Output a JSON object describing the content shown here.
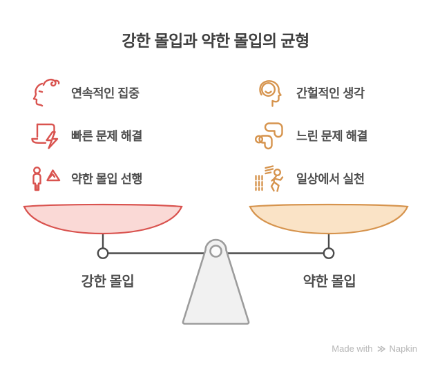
{
  "title": "강한 몰입과 약한 몰입의 균형",
  "left_column": {
    "theme": "red",
    "items": [
      {
        "icon": "focused-face-icon",
        "label": "연속적인 집중"
      },
      {
        "icon": "laptop-lightning-icon",
        "label": "빠른 문제 해결"
      },
      {
        "icon": "person-mountain-icon",
        "label": "약한 몰입 선행"
      }
    ]
  },
  "right_column": {
    "theme": "orange",
    "items": [
      {
        "icon": "head-smiley-icon",
        "label": "간헐적인 생각"
      },
      {
        "icon": "slow-snail-icon",
        "label": "느린 문제 해결"
      },
      {
        "icon": "walking-person-icon",
        "label": "일상에서 실천"
      }
    ]
  },
  "scale": {
    "left_pan_label": "강한 몰입",
    "right_pan_label": "약한 몰입"
  },
  "watermark": {
    "made_with": "Made with",
    "brand": "Napkin",
    "logo_icon": "napkin-logo-icon"
  },
  "colors": {
    "left_accent": "#D9534F",
    "left_fill": "#FAD9D6",
    "right_accent": "#D6944E",
    "right_fill": "#FAE3C6",
    "text": "#4E4E4E",
    "title": "#404040",
    "structure": "#4A4A4A",
    "fulcrum_fill": "#F1F1F1",
    "fulcrum_stroke": "#9C9C9C",
    "watermark": "#B6B6B6"
  }
}
